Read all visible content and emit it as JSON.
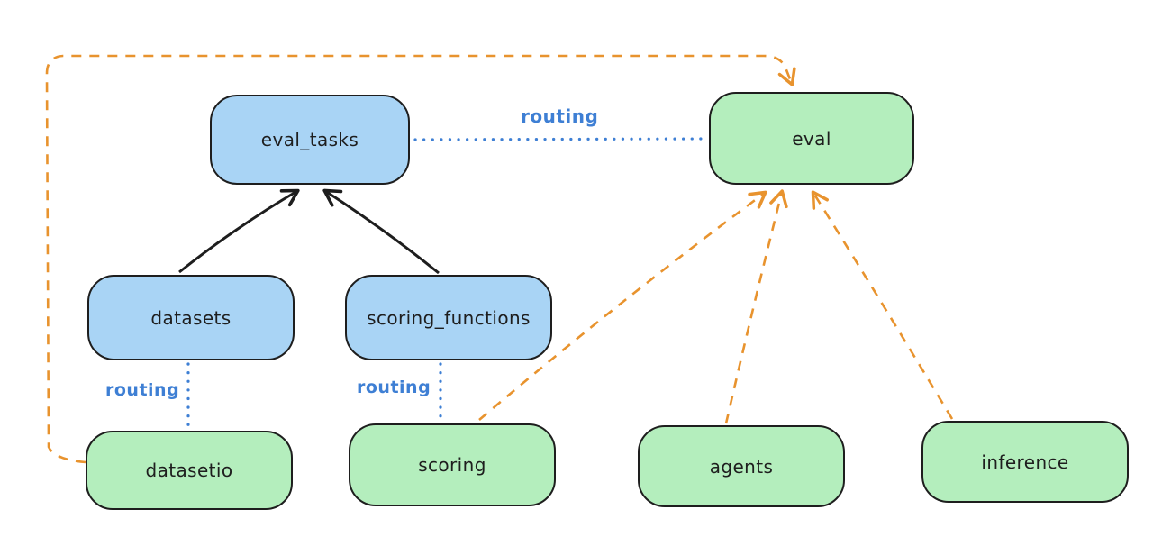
{
  "colors": {
    "background": "#ffffff",
    "node_stroke": "#1e1e1e",
    "blue_fill": "#a9d4f5",
    "green_fill": "#b4eebd",
    "orange_accent": "#e8932e",
    "blue_accent": "#3e7fd4",
    "text": "#1e1e1e"
  },
  "nodes": {
    "eval_tasks": {
      "label": "eval_tasks",
      "fill": "blue"
    },
    "eval": {
      "label": "eval",
      "fill": "green"
    },
    "datasets": {
      "label": "datasets",
      "fill": "blue"
    },
    "scoring_functions": {
      "label": "scoring_functions",
      "fill": "blue"
    },
    "datasetio": {
      "label": "datasetio",
      "fill": "green"
    },
    "scoring": {
      "label": "scoring",
      "fill": "green"
    },
    "agents": {
      "label": "agents",
      "fill": "green"
    },
    "inference": {
      "label": "inference",
      "fill": "green"
    }
  },
  "edges": {
    "datasets_to_eval_tasks": {
      "from": "datasets",
      "to": "eval_tasks",
      "style": "solid",
      "arrow": true,
      "color": "black"
    },
    "scoring_functions_to_eval_tasks": {
      "from": "scoring_functions",
      "to": "eval_tasks",
      "style": "solid",
      "arrow": true,
      "color": "black"
    },
    "eval_tasks_to_eval": {
      "from": "eval_tasks",
      "to": "eval",
      "style": "dotted",
      "arrow": false,
      "color": "blue",
      "label": "routing"
    },
    "datasets_to_datasetio": {
      "from": "datasets",
      "to": "datasetio",
      "style": "dotted",
      "arrow": false,
      "color": "blue",
      "label": "routing"
    },
    "scoring_functions_to_scoring": {
      "from": "scoring_functions",
      "to": "scoring",
      "style": "dotted",
      "arrow": false,
      "color": "blue",
      "label": "routing"
    },
    "datasetio_to_eval": {
      "from": "datasetio",
      "to": "eval",
      "style": "dashed",
      "arrow": true,
      "color": "orange"
    },
    "scoring_to_eval": {
      "from": "scoring",
      "to": "eval",
      "style": "dashed",
      "arrow": true,
      "color": "orange"
    },
    "agents_to_eval": {
      "from": "agents",
      "to": "eval",
      "style": "dashed",
      "arrow": true,
      "color": "orange"
    },
    "inference_to_eval": {
      "from": "inference",
      "to": "eval",
      "style": "dashed",
      "arrow": true,
      "color": "orange"
    }
  }
}
